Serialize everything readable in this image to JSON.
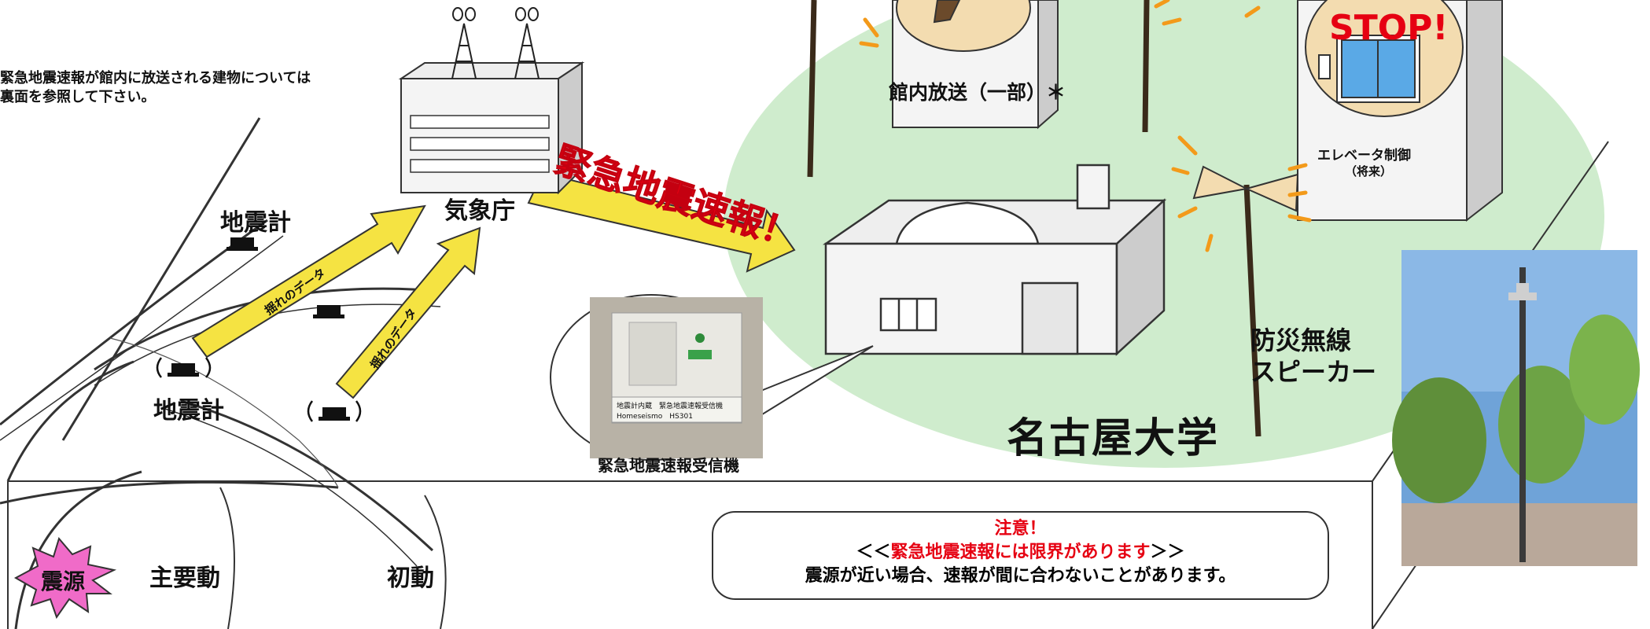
{
  "note": {
    "line1": "緊急地震速報が館内に放送される建物については",
    "line2": "裏面を参照して下さい。"
  },
  "labels": {
    "jma": "気象庁",
    "seismometer_top": "地震計",
    "seismometer_left": "地震計",
    "shake_data_1": "揺れのデータ",
    "shake_data_2": "揺れのデータ",
    "eew_banner": "緊急地震速報！",
    "receiver": "緊急地震速報受信機",
    "receiver_device_text": "地震計内蔵　緊急地震速報受信機",
    "receiver_device_model": "Homeseismo　HS301",
    "building_broadcast": "館内放送（一部）＊",
    "elevator_control": "エレベータ制御",
    "elevator_future": "（将来）",
    "stop": "STOP!",
    "speaker_line1": "防災無線",
    "speaker_line2": "スピーカー",
    "campus": "名古屋大学",
    "epicenter": "震源",
    "main_shock": "主要動",
    "initial_shock": "初動"
  },
  "notice": {
    "title": "注意！",
    "line2_left": "＜＜",
    "line2_red": "緊急地震速報には限界があります",
    "line2_right": "＞＞",
    "line3": "震源が近い場合、速報が間に合わないことがあります。"
  },
  "colors": {
    "arrow_yellow": "#f5e342",
    "campus_green": "#cfeccd",
    "burst_pink": "#f06bc8",
    "accent_red": "#e60012",
    "spark_orange": "#f39a1a"
  },
  "icons": {
    "seismometer": "seismometer-icon",
    "tower": "antenna-tower-icon",
    "speaker": "siren-speaker-icon",
    "elevator": "elevator-icon"
  }
}
